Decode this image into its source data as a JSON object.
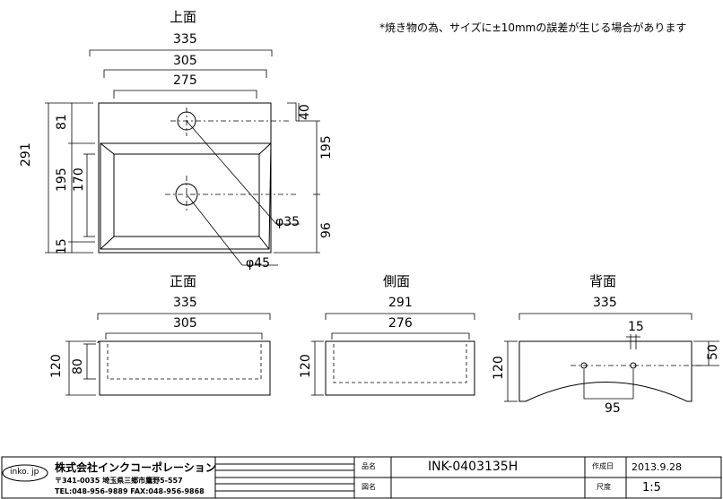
{
  "note": "*焼き物の為、サイズに±10mmの誤差が生じる場合があります",
  "views": {
    "top": {
      "title": "上面",
      "w_outer": "335",
      "w_mid": "305",
      "w_inner": "275",
      "h_total": "291",
      "h_81": "81",
      "h_195_left": "195",
      "h_170": "170",
      "h_15": "15",
      "r_40": "40",
      "r_195": "195",
      "r_96": "96",
      "dia_small": "φ35",
      "dia_large": "φ45"
    },
    "front": {
      "title": "正面",
      "w_outer": "335",
      "w_inner": "305",
      "h_total": "120",
      "h_inner": "80"
    },
    "side": {
      "title": "側面",
      "w_outer": "291",
      "w_inner": "276",
      "h_total": "120"
    },
    "back": {
      "title": "背面",
      "w_outer": "335",
      "dim_15": "15",
      "dim_50": "50",
      "h_total": "120",
      "dim_95": "95"
    }
  },
  "titleblock": {
    "logo": "inko. jp",
    "company": "株式会社インクコーポレーション",
    "address": "〒341-0035 埼玉県三郷市鷹野5-557",
    "phone": "TEL:048-956-9889 FAX:048-956-9868",
    "label_name": "品名",
    "product": "INK-0403135H",
    "label_drawing": "図名",
    "label_date": "作成日",
    "date": "2013.9.28",
    "label_scale": "尺度",
    "scale": "1:5"
  }
}
